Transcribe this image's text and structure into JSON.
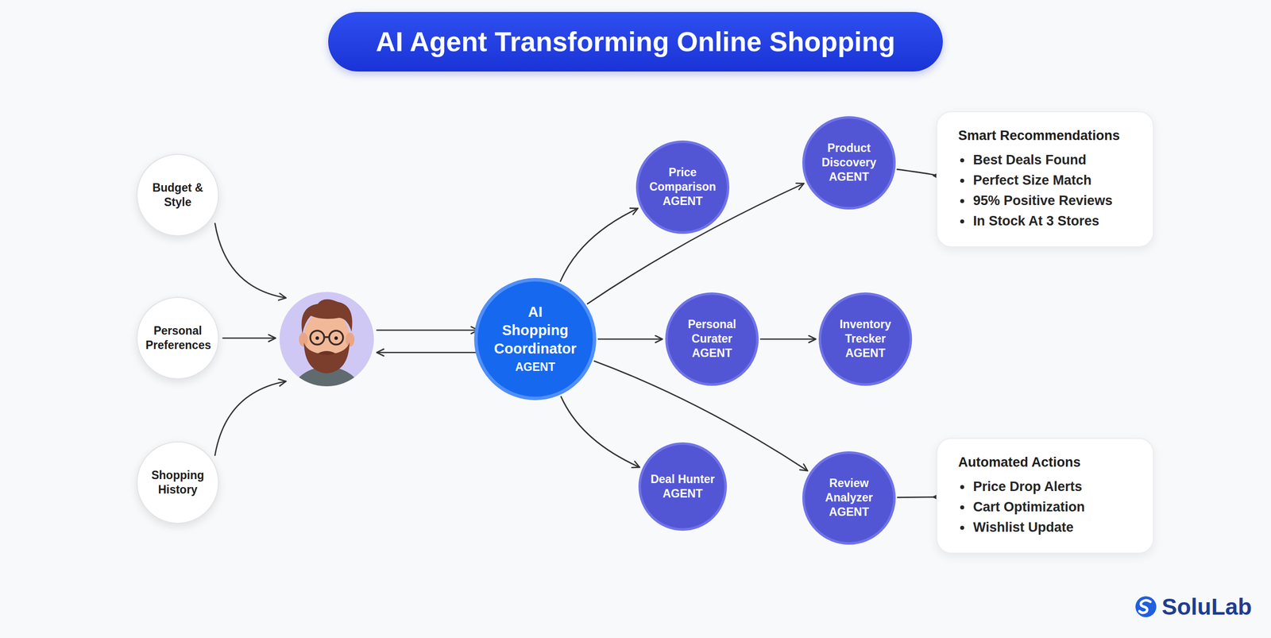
{
  "diagram": {
    "title": "AI Agent Transforming Online Shopping",
    "nodes": [
      {
        "text": [
          "Budget & Style"
        ]
      },
      {
        "text": [
          "Personal Preferences"
        ]
      },
      {
        "text": [
          "Shopping History"
        ]
      },
      {
        "text": [
          "AI Shopping Coordinator",
          "AGENT"
        ]
      },
      {
        "text": [
          "Price Comparison",
          "AGENT"
        ]
      },
      {
        "text": [
          "Product Discovery",
          "AGENT"
        ]
      },
      {
        "text": [
          "Personal Curater",
          "AGENT"
        ]
      },
      {
        "text": [
          "Inventory Trecker",
          "AGENT"
        ]
      },
      {
        "text": [
          "Deal Hunter",
          "AGENT"
        ]
      },
      {
        "text": [
          "Review Analyzer",
          "AGENT"
        ]
      },
      {
        "text": [
          "Smart Recommendations",
          "Best Deals Found",
          "Perfect Size Match",
          "95% Positive Reviews",
          "In Stock At 3 Stores"
        ]
      },
      {
        "text": [
          "Automated Actions",
          "Price Drop Alerts",
          "Cart Optimization",
          "Wishlist Update"
        ]
      }
    ],
    "edges": [
      {
        "from": 3,
        "to": 4,
        "arrow": "to"
      },
      {
        "from": 3,
        "to": 5,
        "arrow": "to"
      },
      {
        "from": 3,
        "to": 6,
        "arrow": "to"
      },
      {
        "from": 6,
        "to": 7,
        "arrow": "to"
      },
      {
        "from": 3,
        "to": 8,
        "arrow": "to"
      },
      {
        "from": 3,
        "to": 9,
        "arrow": "to"
      },
      {
        "from": 5,
        "to": 10,
        "arrow": "to"
      },
      {
        "from": 9,
        "to": 11,
        "arrow": "to"
      }
    ],
    "labels": [
      "SoluLab"
    ]
  }
}
